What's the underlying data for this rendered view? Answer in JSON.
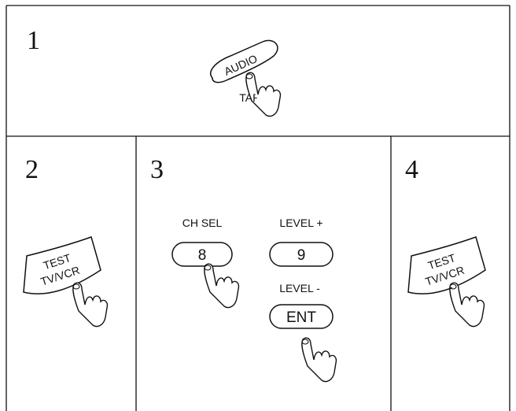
{
  "steps": [
    {
      "number": "1",
      "button_label": "AUDIO",
      "sub_label": "TAPE"
    },
    {
      "number": "2",
      "button_line1": "TEST",
      "button_line2": "TV/VCR"
    },
    {
      "number": "3",
      "ch_sel_label": "CH SEL",
      "ch_sel_key": "8",
      "level_up_label": "LEVEL +",
      "level_up_key": "9",
      "level_down_label": "LEVEL -",
      "enter_key": "ENT"
    },
    {
      "number": "4",
      "button_line1": "TEST",
      "button_line2": "TV/VCR"
    }
  ]
}
